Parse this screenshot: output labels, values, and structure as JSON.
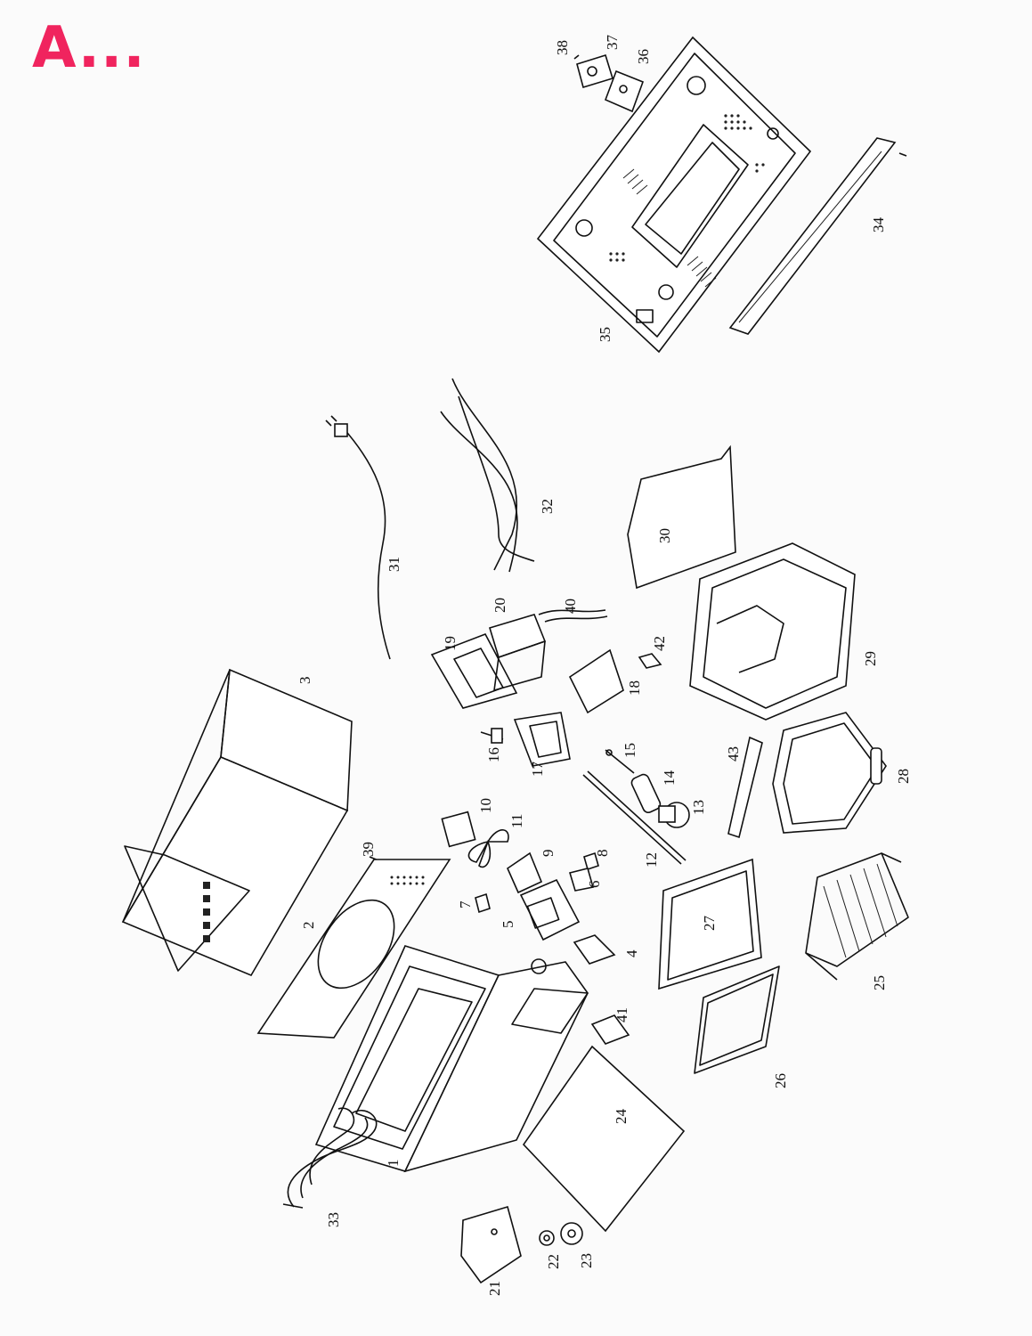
{
  "title": "A...",
  "colors": {
    "title": "#f0245e",
    "line": "#111111"
  },
  "labels": {
    "p1": "1",
    "p2": "2",
    "p3": "3",
    "p4": "4",
    "p5": "5",
    "p6": "6",
    "p7": "7",
    "p8": "8",
    "p9": "9",
    "p10": "10",
    "p11": "11",
    "p12": "12",
    "p13": "13",
    "p14": "14",
    "p15": "15",
    "p16": "16",
    "p17": "17",
    "p18": "18",
    "p19": "19",
    "p20": "20",
    "p21": "21",
    "p22": "22",
    "p23": "23",
    "p24": "24",
    "p25": "25",
    "p26": "26",
    "p27": "27",
    "p28": "28",
    "p29": "29",
    "p30": "30",
    "p31": "31",
    "p32": "32",
    "p33": "33",
    "p34": "34",
    "p35": "35",
    "p36": "36",
    "p37": "37",
    "p38": "38",
    "p39": "39",
    "p40": "40",
    "p41": "41",
    "p42": "42",
    "p43": "43"
  }
}
